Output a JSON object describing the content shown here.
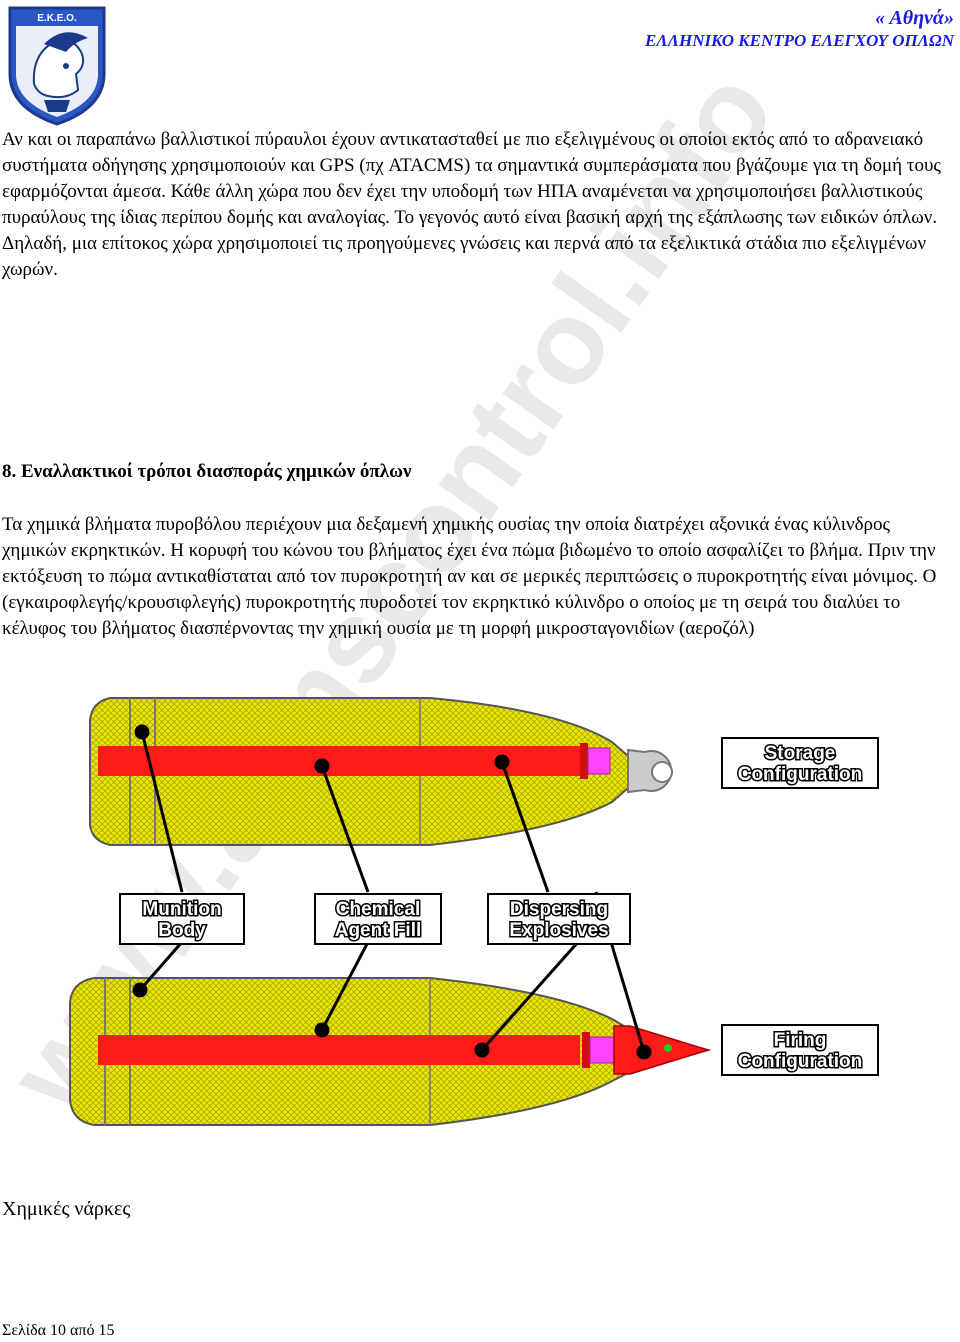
{
  "header": {
    "title": "« Αθηνά»",
    "subtitle": "ΕΛΛΗΝΙΚΟ ΚΕΝΤΡΟ ΕΛΕΓΧΟΥ ΟΠΛΩΝ",
    "logo_text": "E.K.E.O."
  },
  "watermark": "www.armscontrol.info",
  "paragraph1": "Αν και οι παραπάνω βαλλιστικοί πύραυλοι έχουν αντικατασταθεί με πιο εξελιγμένους οι οποίοι εκτός από το αδρανειακό συστήματα οδήγησης χρησιμοποιούν και GPS (πχ ATACMS) τα σημαντικά συμπεράσματα που βγάζουμε για τη δομή τους εφαρμόζονται άμεσα. Κάθε άλλη χώρα που δεν έχει την υποδομή των ΗΠΑ αναμένεται να χρησιμοποιήσει βαλλιστικούς πυραύλους της ίδιας περίπου δομής και αναλογίας. Το γεγονός αυτό είναι βασική αρχή της εξάπλωσης των ειδικών όπλων. Δηλαδή, μια επίτοκος χώρα χρησιμοποιεί τις προηγούμενες γνώσεις και περνά από τα εξελικτικά στάδια πιο εξελιγμένων χωρών.",
  "section_heading": "8. Εναλλακτικοί τρόποι διασποράς χημικών όπλων",
  "paragraph2": "Τα χημικά βλήματα πυροβόλου περιέχουν μια δεξαμενή χημικής ουσίας την οποία διατρέχει αξονικά ένας κύλινδρος χημικών εκρηκτικών. Η κορυφή του κώνου του βλήματος έχει  ένα πώμα βιδωμένο το οποίο ασφαλίζει το βλήμα. Πριν την εκτόξευση το πώμα αντικαθίσταται από τον πυροκροτητή αν και σε μερικές περιπτώσεις ο πυροκροτητής είναι  μόνιμος. Ο (εγκαιροφλεγής/κρουσιφλεγής) πυροκροτητής πυροδοτεί τον εκρηκτικό κύλινδρο ο οποίος με τη σειρά του διαλύει το κέλυφος του βλήματος διασπέρνοντας την χημική ουσία με τη μορφή μικροσταγονιδίων (αεροζόλ)",
  "diagram": {
    "labels": {
      "storage_line1": "Storage",
      "storage_line2": "Configuration",
      "munition_line1": "Munition",
      "munition_line2": "Body",
      "chemical_line1": "Chemical",
      "chemical_line2": "Agent Fill",
      "dispersing_line1": "Dispersing",
      "dispersing_line2": "Explosives",
      "firing_line1": "Firing",
      "firing_line2": "Configuration"
    },
    "colors": {
      "body_fill": "#e8e800",
      "explosive": "#ff1a1a",
      "plug": "#ff44ff",
      "fuze_tip": "#ff1a1a",
      "fuze_dot": "#22cc22"
    }
  },
  "caption": "Χημικές νάρκες",
  "footer": "Σελίδα 10 από 15"
}
